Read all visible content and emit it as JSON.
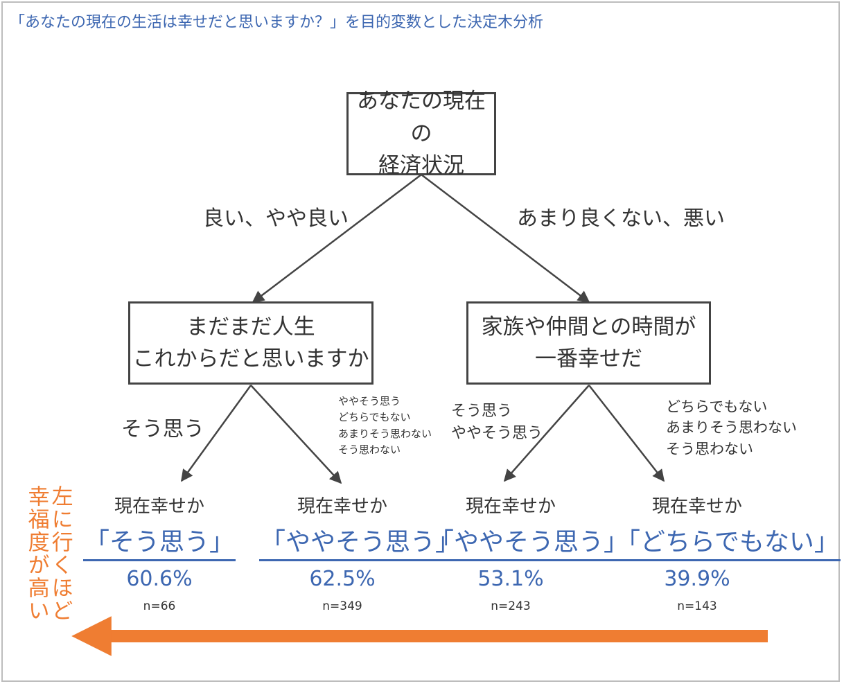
{
  "title": "「あなたの現在の生活は幸せだと思いますか？」を目的変数とした決定木分析",
  "root": {
    "line1": "あなたの現在の",
    "line2": "経済状況"
  },
  "branch_left": "良い、やや良い",
  "branch_right": "あまり良くない、悪い",
  "node_left": {
    "line1": "まだまだ人生",
    "line2": "これからだと思いますか"
  },
  "node_right": {
    "line1": "家族や仲間との時間が",
    "line2": "一番幸せだ"
  },
  "cond_ll": "そう思う",
  "cond_lr": [
    "ややそう思う",
    "どちらでもない",
    "あまりそう思わない",
    "そう思わない"
  ],
  "cond_rl": [
    "そう思う",
    "ややそう思う"
  ],
  "cond_rr": [
    "どちらでもない",
    "あまりそう思わない",
    "そう思わない"
  ],
  "leaves": [
    {
      "question": "現在幸せか",
      "answer": "「そう思う」",
      "percent": "60.6%",
      "n": "n=66"
    },
    {
      "question": "現在幸せか",
      "answer": "「ややそう思う」",
      "percent": "62.5%",
      "n": "n=349"
    },
    {
      "question": "現在幸せか",
      "answer": "「ややそう思う」",
      "percent": "53.1%",
      "n": "n=243"
    },
    {
      "question": "現在幸せか",
      "answer": "「どちらでもない」",
      "percent": "39.9%",
      "n": "n=143"
    }
  ],
  "side_label_1": "左に行くほど",
  "side_label_2": "幸福度が高い",
  "colors": {
    "accent_blue": "#3d67b1",
    "arrow_orange": "#ef7d32",
    "box_border": "#444444"
  }
}
